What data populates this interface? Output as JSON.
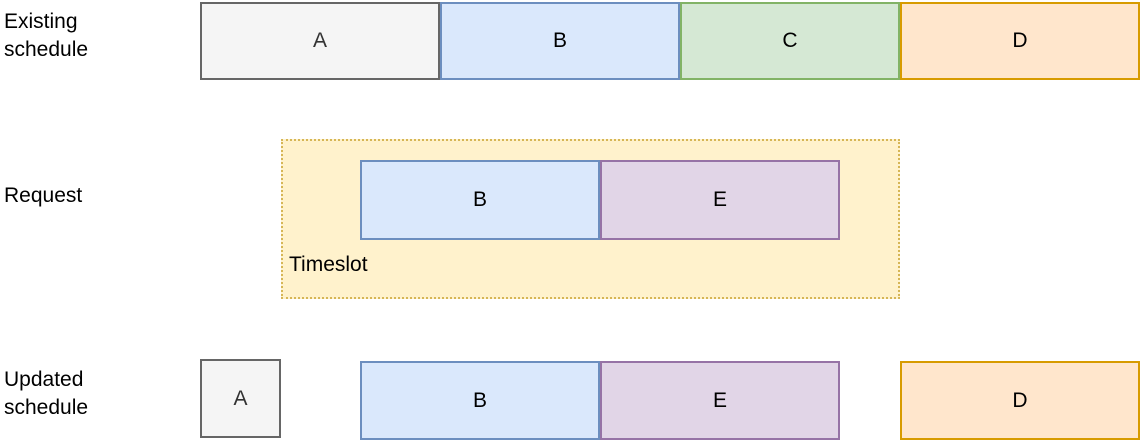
{
  "labels": {
    "existing_schedule": "Existing schedule",
    "request": "Request",
    "updated_schedule": "Updated schedule",
    "timeslot": "Timeslot"
  },
  "palette": {
    "gray": {
      "fill": "#f5f5f5",
      "stroke": "#666666",
      "text": "#333333"
    },
    "blue": {
      "fill": "#dae8fc",
      "stroke": "#6c8ebf",
      "text": "#000000"
    },
    "green": {
      "fill": "#d5e8d4",
      "stroke": "#82b366",
      "text": "#000000"
    },
    "orange": {
      "fill": "#ffe6cc",
      "stroke": "#d79b00",
      "text": "#000000"
    },
    "purple": {
      "fill": "#e1d5e7",
      "stroke": "#9673a6",
      "text": "#000000"
    },
    "yellow": {
      "fill": "#fff2cc",
      "stroke": "#d6b656",
      "text": "#000000"
    }
  },
  "rows": {
    "existing": {
      "blocks": [
        {
          "label": "A",
          "style": "gray"
        },
        {
          "label": "B",
          "style": "blue"
        },
        {
          "label": "C",
          "style": "green"
        },
        {
          "label": "D",
          "style": "orange"
        }
      ]
    },
    "request": {
      "container_style": "yellow",
      "blocks": [
        {
          "label": "B",
          "style": "blue"
        },
        {
          "label": "E",
          "style": "purple"
        }
      ]
    },
    "updated": {
      "blocks": [
        {
          "label": "A",
          "style": "gray"
        },
        {
          "label": "B",
          "style": "blue"
        },
        {
          "label": "E",
          "style": "purple"
        },
        {
          "label": "D",
          "style": "orange"
        }
      ]
    }
  }
}
